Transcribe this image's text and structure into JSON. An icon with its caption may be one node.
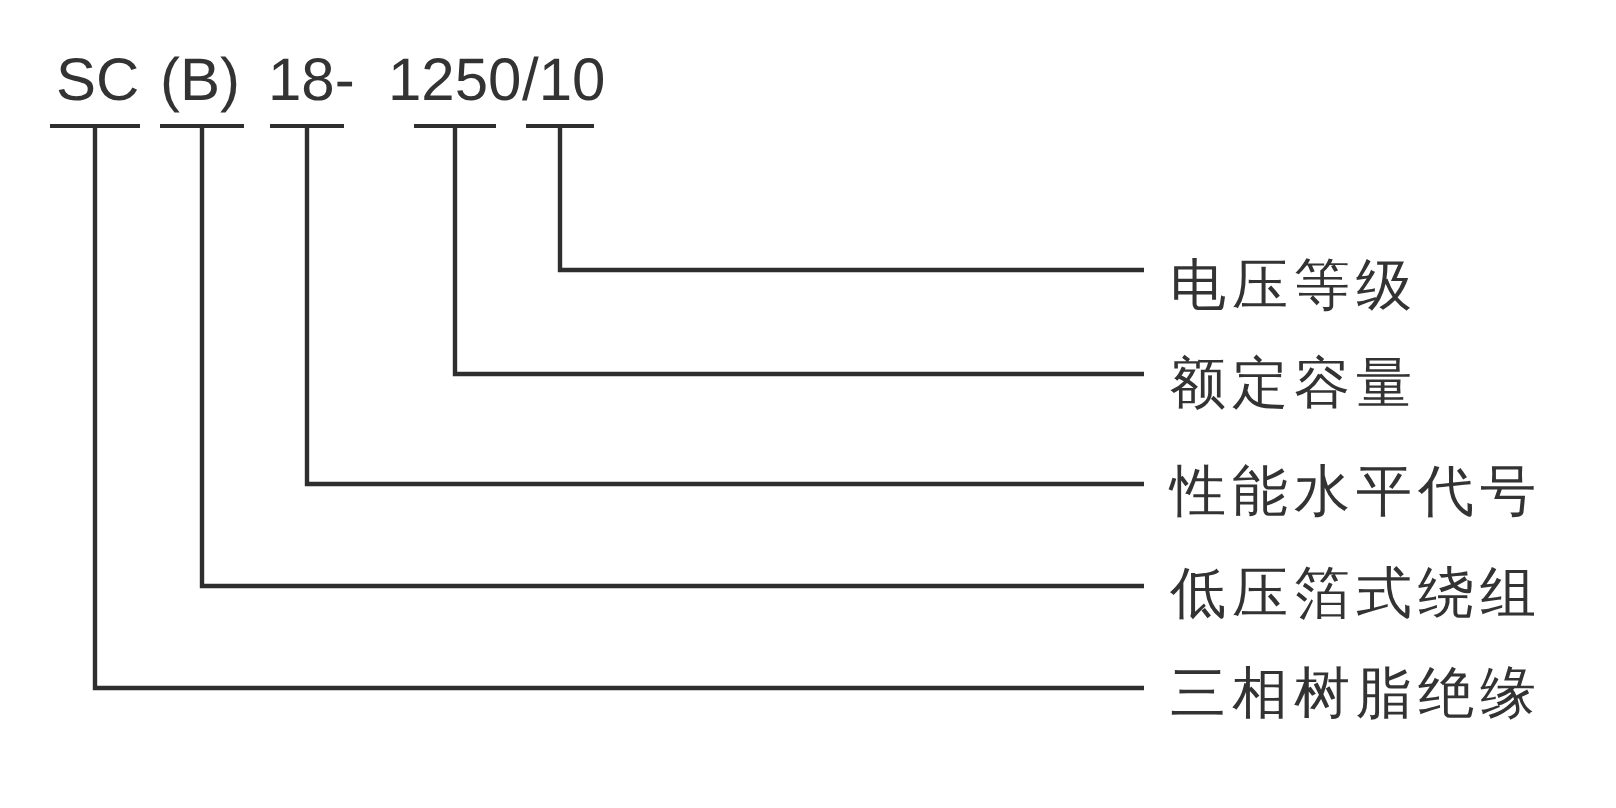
{
  "diagram": {
    "nodes": [
      {
        "text": [
          "SC"
        ]
      },
      {
        "text": [
          "(B)"
        ]
      },
      {
        "text": [
          "18-"
        ]
      },
      {
        "text": [
          "1250"
        ]
      },
      {
        "text": [
          "/10"
        ]
      },
      {
        "text": [
          "电压等级"
        ]
      },
      {
        "text": [
          "额定容量"
        ]
      },
      {
        "text": [
          "性能水平代号"
        ]
      },
      {
        "text": [
          "低压箔式绕组"
        ]
      },
      {
        "text": [
          "三相树脂绝缘"
        ]
      }
    ],
    "edges": [
      {
        "from": 0,
        "to": 9,
        "arrow": "none"
      },
      {
        "from": 1,
        "to": 8,
        "arrow": "none"
      },
      {
        "from": 2,
        "to": 7,
        "arrow": "none"
      },
      {
        "from": 3,
        "to": 6,
        "arrow": "none"
      },
      {
        "from": 4,
        "to": 5,
        "arrow": "none"
      }
    ]
  }
}
